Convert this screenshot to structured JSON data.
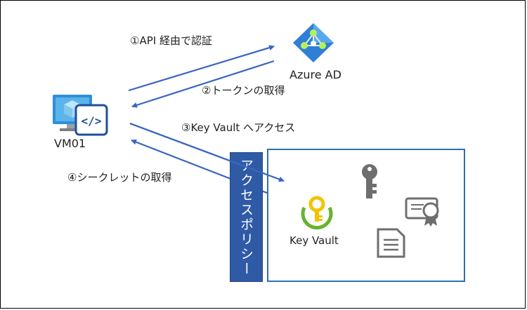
{
  "labels": {
    "step1": "①API 経由で認証",
    "step2": "②トークンの取得",
    "step3": "③Key Vault へアクセス",
    "step4": "④シークレットの取得",
    "azure_ad": "Azure AD",
    "vm": "VM01",
    "key_vault": "Key Vault",
    "access_policy": "アクセスポリシー"
  },
  "colors": {
    "arrow": "#3a66c0",
    "policy_fill": "#2f5aa6",
    "vault_border": "#2e6fae",
    "aad_blue": "#2f7fd6",
    "kv_yellow": "#f3c300",
    "kv_green": "#64b42d",
    "icon_gray": "#6e6e6e"
  },
  "icons": [
    "vm-icon",
    "azure-ad-icon",
    "key-vault-icon",
    "key-icon",
    "certificate-icon",
    "document-icon"
  ]
}
